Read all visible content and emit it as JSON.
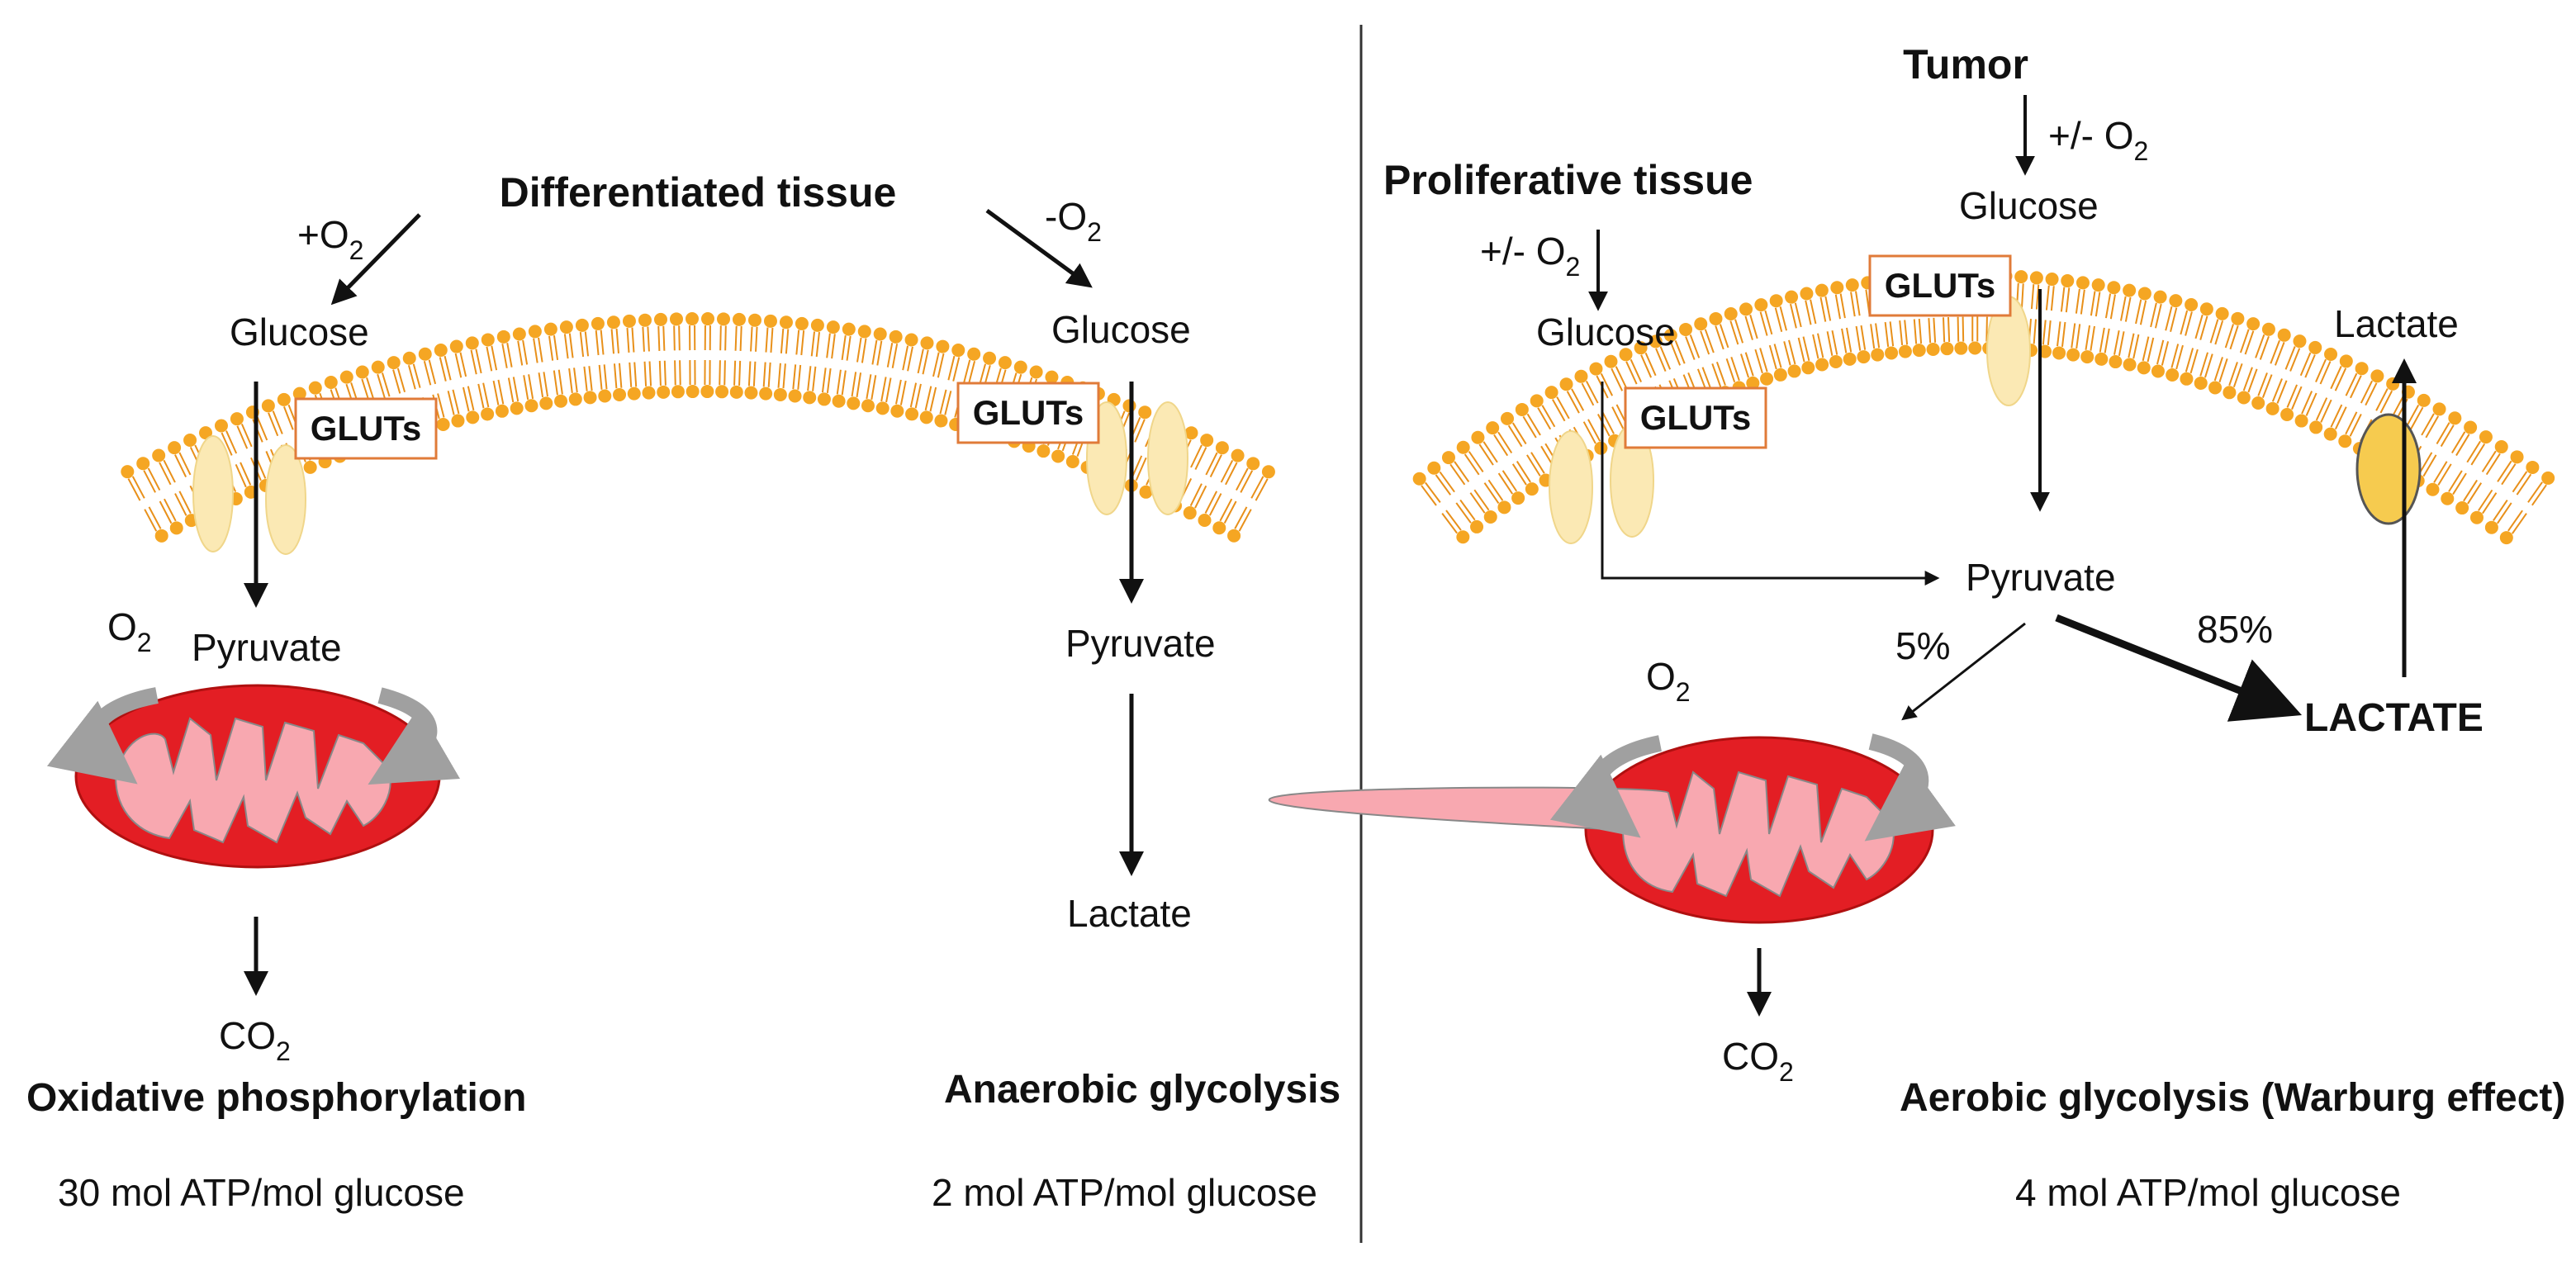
{
  "left_panel": {
    "title": "Differentiated tissue",
    "oxidative": {
      "o2_branch_plus": "+O",
      "o2_branch_sub": "2",
      "glucose": "Glucose",
      "gluts": "GLUTs",
      "o2_label": "O",
      "o2_sub": "2",
      "pyruvate": "Pyruvate",
      "co2_label": "CO",
      "co2_sub": "2",
      "process": "Oxidative phosphorylation",
      "yield": "30 mol ATP/mol glucose"
    },
    "anaerobic": {
      "o2_branch_minus": "-O",
      "o2_branch_sub": "2",
      "glucose": "Glucose",
      "gluts": "GLUTs",
      "pyruvate": "Pyruvate",
      "lactate": "Lactate",
      "process": "Anaerobic glycolysis",
      "yield": "2 mol ATP/mol glucose"
    }
  },
  "right_panel": {
    "tumor": "Tumor",
    "tumor_o2": "+/- O",
    "tumor_o2_sub": "2",
    "tumor_glucose": "Glucose",
    "tumor_gluts": "GLUTs",
    "proliferative_title": "Proliferative tissue",
    "prolif_o2": "+/- O",
    "prolif_o2_sub": "2",
    "prolif_glucose": "Glucose",
    "prolif_gluts": "GLUTs",
    "pyruvate": "Pyruvate",
    "pct_mito": "5%",
    "pct_lactate": "85%",
    "o2_label": "O",
    "o2_sub": "2",
    "lactate_bold": "LACTATE",
    "lactate_out": "Lactate",
    "co2_label": "CO",
    "co2_sub": "2",
    "process": "Aerobic glycolysis (Warburg effect)",
    "yield": "4 mol ATP/mol glucose"
  },
  "colors": {
    "membrane": "#f5a623",
    "membrane_dark": "#e8901a",
    "glut_protein": "#fbe9b4",
    "lactate_transporter": "#f6cb4f",
    "mito_outer": "#e31e24",
    "mito_inner": "#f8a8b0",
    "recycle_arrow": "#a0a0a0",
    "glut_box_border": "#e07b39",
    "text": "#111111",
    "divider": "#333333"
  }
}
